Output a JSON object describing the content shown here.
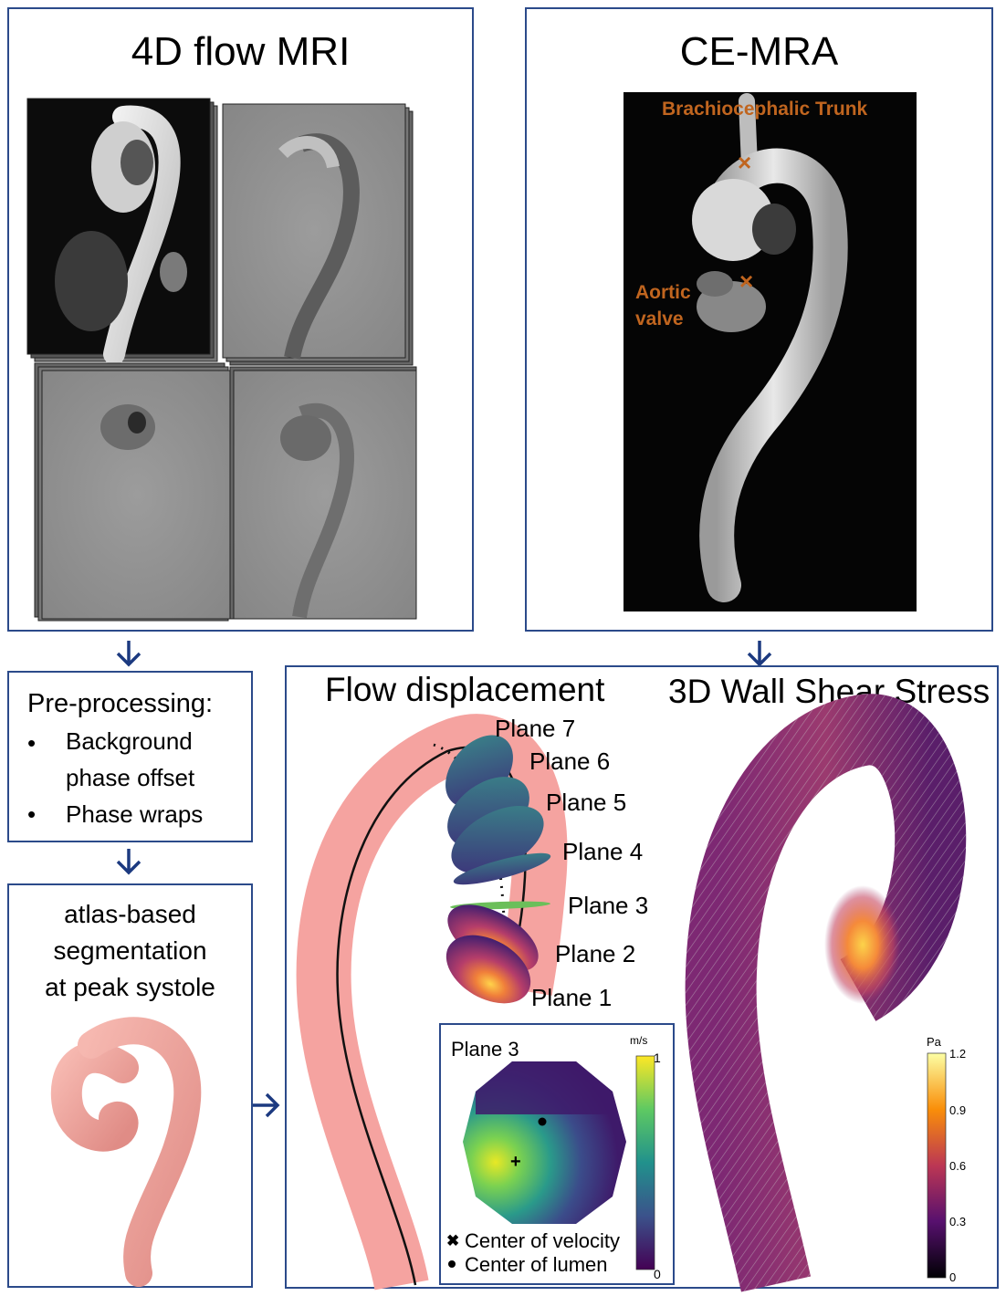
{
  "panels": {
    "flow_mri": {
      "title": "4D flow MRI"
    },
    "ce_mra": {
      "title": "CE-MRA",
      "label_trunk": "Brachiocephalic Trunk",
      "label_valve_1": "Aortic",
      "label_valve_2": "valve"
    },
    "preprocessing": {
      "title": "Pre-processing:",
      "bullets": [
        "Background phase offset",
        "Phase wraps"
      ],
      "bullet_lines": [
        [
          "Background",
          "phase offset"
        ],
        [
          "Phase wraps"
        ]
      ]
    },
    "segmentation": {
      "lines": [
        "atlas-based",
        "segmentation",
        "at peak systole"
      ]
    },
    "flow_displacement": {
      "title": "Flow displacement",
      "planes": [
        "Plane 7",
        "Plane 6",
        "Plane 5",
        "Plane 4",
        "Plane 3",
        "Plane 2",
        "Plane 1"
      ]
    },
    "inset": {
      "title": "Plane 3",
      "unit": "m/s",
      "scale_max": "1",
      "scale_min": "0",
      "legend_velocity": "Center of velocity",
      "legend_lumen": "Center of lumen"
    },
    "wss": {
      "title": "3D Wall Shear Stress",
      "unit": "Pa",
      "ticks": [
        "1.2",
        "0.9",
        "0.6",
        "0.3",
        "0"
      ]
    }
  },
  "colors": {
    "border": "#2b4a8a",
    "arrow": "#1c3a80",
    "orange": "#c0651f",
    "aorta_pink": "#f5a3a0"
  }
}
